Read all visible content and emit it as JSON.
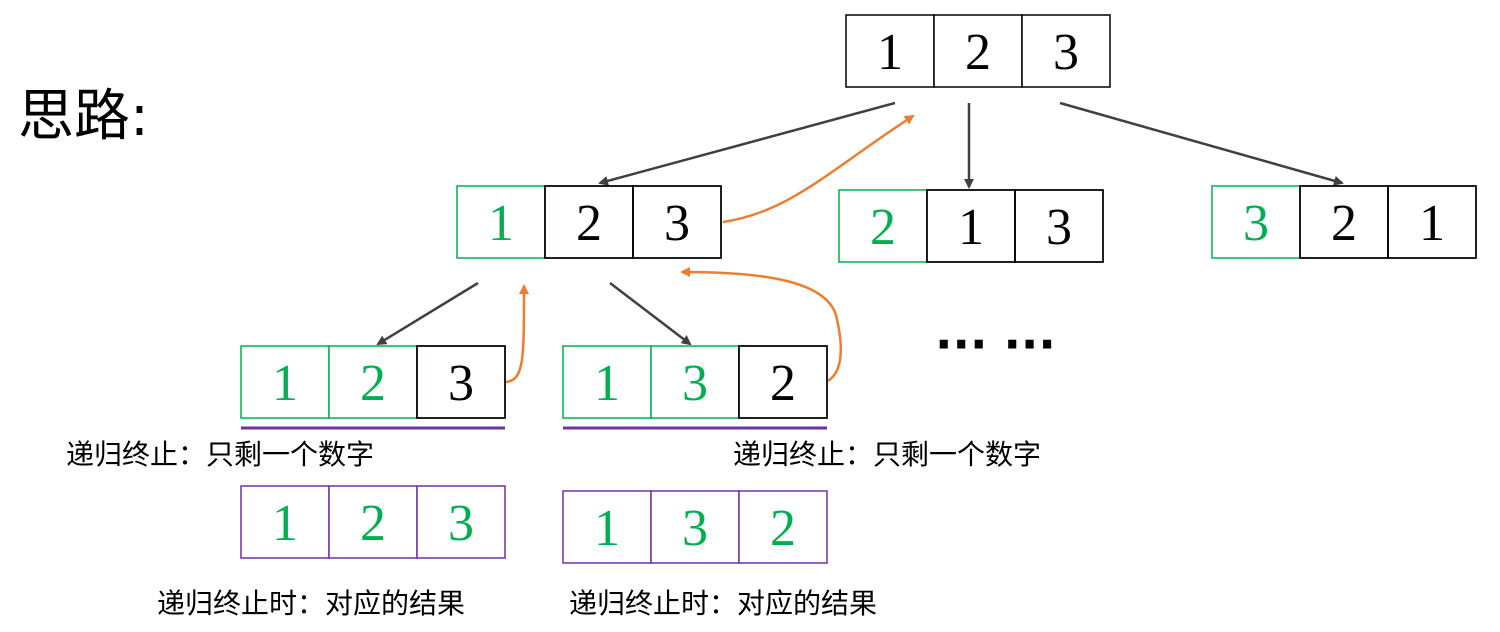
{
  "title": "思路:",
  "colors": {
    "fixed_digit": "#00b050",
    "free_digit": "#000000",
    "default_border": "#000000",
    "fixed_border": "#00b050",
    "result_border": "#7030a0",
    "underline": "#7030a0",
    "descend_arrow": "#404040",
    "return_arrow": "#ed7d31"
  },
  "nodes": {
    "root": {
      "digits": [
        "1",
        "2",
        "3"
      ],
      "fixed": 0,
      "border": "default"
    },
    "level1_a": {
      "digits": [
        "1",
        "2",
        "3"
      ],
      "fixed": 1,
      "border": "mixed"
    },
    "level1_b": {
      "digits": [
        "2",
        "1",
        "3"
      ],
      "fixed": 1,
      "border": "mixed"
    },
    "level1_c": {
      "digits": [
        "3",
        "2",
        "1"
      ],
      "fixed": 1,
      "border": "mixed"
    },
    "level2_a": {
      "digits": [
        "1",
        "2",
        "3"
      ],
      "fixed": 2,
      "border": "mixed"
    },
    "level2_b": {
      "digits": [
        "1",
        "3",
        "2"
      ],
      "fixed": 2,
      "border": "mixed"
    },
    "result_a": {
      "digits": [
        "1",
        "2",
        "3"
      ],
      "fixed": 3,
      "border": "result"
    },
    "result_b": {
      "digits": [
        "1",
        "3",
        "2"
      ],
      "fixed": 3,
      "border": "result"
    }
  },
  "captions": {
    "recursion_end_a": "递归终止：只剩一个数字",
    "recursion_end_b": "递归终止：只剩一个数字",
    "result_label_a": "递归终止时：对应的结果",
    "result_label_b": "递归终止时：对应的结果"
  },
  "ellipsis": "··· ···"
}
